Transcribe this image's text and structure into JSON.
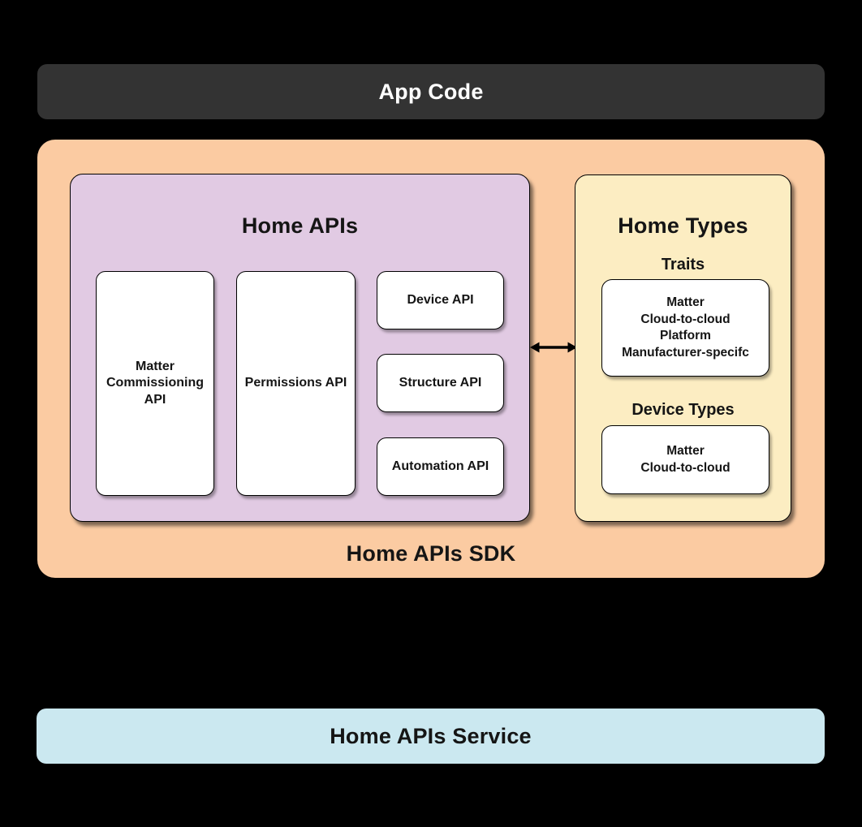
{
  "colors": {
    "background": "#000000",
    "app_code_bg": "#333333",
    "app_code_text": "#ffffff",
    "sdk_bg": "#fbcba2",
    "home_apis_bg": "#e1cae3",
    "home_types_bg": "#fcedc2",
    "service_bg": "#cbe8f0",
    "card_bg": "#ffffff",
    "outline": "#000000",
    "text": "#151515"
  },
  "app_code": {
    "label": "App Code"
  },
  "sdk": {
    "label": "Home APIs SDK",
    "home_apis": {
      "title": "Home APIs",
      "cards": {
        "matter_commissioning": "Matter\nCommissioning\nAPI",
        "permissions": "Permissions API",
        "device": "Device API",
        "structure": "Structure API",
        "automation": "Automation API"
      }
    },
    "home_types": {
      "title": "Home Types",
      "traits_heading": "Traits",
      "traits_card": "Matter\nCloud-to-cloud\nPlatform\nManufacturer-specifc",
      "device_types_heading": "Device Types",
      "device_types_card": "Matter\nCloud-to-cloud"
    }
  },
  "service": {
    "label": "Home APIs Service"
  }
}
